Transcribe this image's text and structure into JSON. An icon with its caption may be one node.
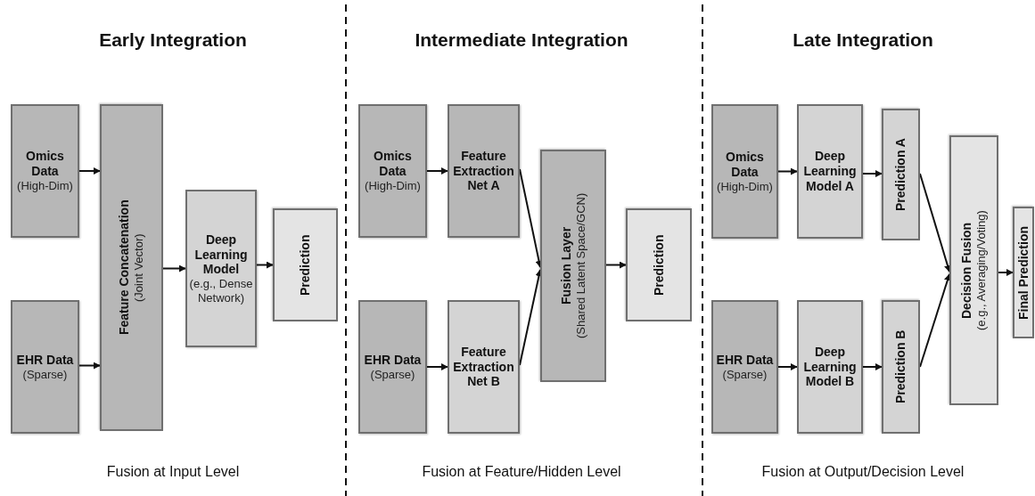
{
  "diagram": {
    "nodes": [
      {
        "text": [
          "Omics Data",
          "(High-Dim)"
        ]
      },
      {
        "text": [
          "EHR Data",
          "(Sparse)"
        ]
      },
      {
        "text": [
          "Feature Concatenation",
          "(Joint Vector)"
        ]
      },
      {
        "text": [
          "Deep Learning Model",
          "(e.g., Dense Network)"
        ]
      },
      {
        "text": [
          "Prediction"
        ]
      },
      {
        "text": [
          "Omics Data",
          "(High-Dim)"
        ]
      },
      {
        "text": [
          "EHR Data",
          "(Sparse)"
        ]
      },
      {
        "text": [
          "Feature Extraction Net A"
        ]
      },
      {
        "text": [
          "Feature Extraction Net B"
        ]
      },
      {
        "text": [
          "Fusion Layer",
          "(Shared Latent Space/GCN)"
        ]
      },
      {
        "text": [
          "Prediction"
        ]
      },
      {
        "text": [
          "Omics Data",
          "(High-Dim)"
        ]
      },
      {
        "text": [
          "EHR Data",
          "(Sparse)"
        ]
      },
      {
        "text": [
          "Deep Learning Model A"
        ]
      },
      {
        "text": [
          "Deep Learning Model B"
        ]
      },
      {
        "text": [
          "Prediction A"
        ]
      },
      {
        "text": [
          "Prediction B"
        ]
      },
      {
        "text": [
          "Decision Fusion",
          "(e.g., Averaging/Voting)"
        ]
      },
      {
        "text": [
          "Final Prediction"
        ]
      }
    ],
    "edges": [
      {
        "from": 0,
        "to": 2,
        "arrow": "to"
      },
      {
        "from": 1,
        "to": 2,
        "arrow": "to"
      },
      {
        "from": 2,
        "to": 3,
        "arrow": "to"
      },
      {
        "from": 3,
        "to": 4,
        "arrow": "to"
      },
      {
        "from": 5,
        "to": 7,
        "arrow": "to"
      },
      {
        "from": 6,
        "to": 8,
        "arrow": "to"
      },
      {
        "from": 7,
        "to": 9,
        "arrow": "to"
      },
      {
        "from": 8,
        "to": 9,
        "arrow": "to"
      },
      {
        "from": 9,
        "to": 10,
        "arrow": "to"
      },
      {
        "from": 11,
        "to": 13,
        "arrow": "to"
      },
      {
        "from": 12,
        "to": 14,
        "arrow": "to"
      },
      {
        "from": 13,
        "to": 15,
        "arrow": "to"
      },
      {
        "from": 14,
        "to": 16,
        "arrow": "to"
      },
      {
        "from": 15,
        "to": 17,
        "arrow": "to"
      },
      {
        "from": 16,
        "to": 17,
        "arrow": "to"
      },
      {
        "from": 17,
        "to": 18,
        "arrow": "to"
      }
    ],
    "labels": [
      "Early Integration",
      "Intermediate Integration",
      "Late Integration",
      "Fusion at Input Level",
      "Fusion at Feature/Hidden Level",
      "Fusion at Output/Decision Level"
    ]
  }
}
